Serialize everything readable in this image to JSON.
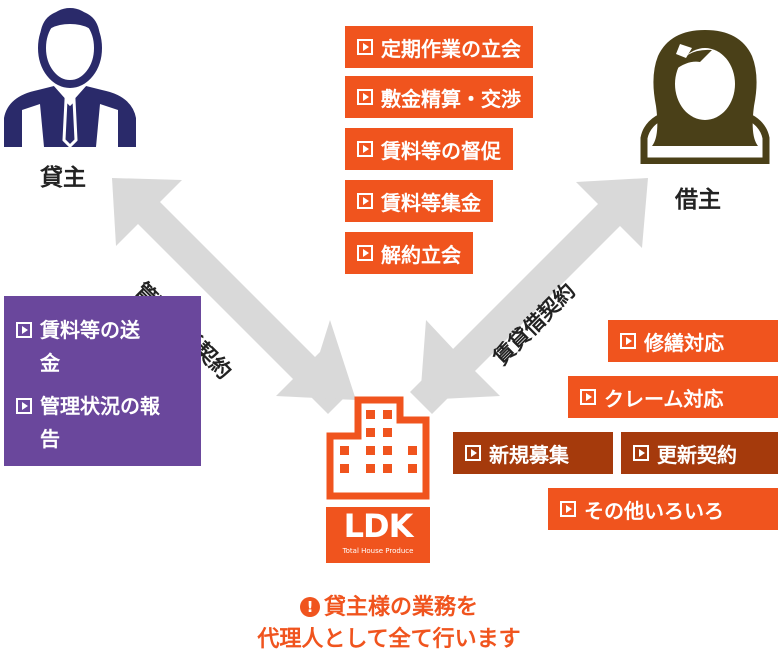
{
  "landlord": {
    "label": "貸主",
    "icon": "male-person-icon"
  },
  "tenant": {
    "label": "借主",
    "icon": "female-person-icon"
  },
  "arrows": {
    "left_label": "管理委託契約",
    "right_label": "賃貸借契約"
  },
  "center_tasks": [
    "定期作業の立会",
    "敷金精算・交渉",
    "賃料等の督促",
    "賃料等集金",
    "解約立会"
  ],
  "landlord_services": [
    "賃料等の送金",
    "管理状況の報告"
  ],
  "tenant_services": {
    "row1": "修繕対応",
    "row2": "クレーム対応",
    "row3": [
      "新規募集",
      "更新契約"
    ],
    "row4": "その他いろいろ"
  },
  "company": {
    "logo_text": "LDK",
    "logo_sub": "Total House Produce",
    "icon": "building-icon"
  },
  "notice": {
    "line1": "貸主様の業務を",
    "line2": "代理人として全て行います",
    "icon": "exclamation-icon"
  },
  "colors": {
    "orange": "#f0541e",
    "dark_orange": "#a53a0c",
    "purple": "#6a479c",
    "navy": "#2a2a6a",
    "olive": "#4a4018",
    "arrow_gray": "#d9d9d9"
  }
}
